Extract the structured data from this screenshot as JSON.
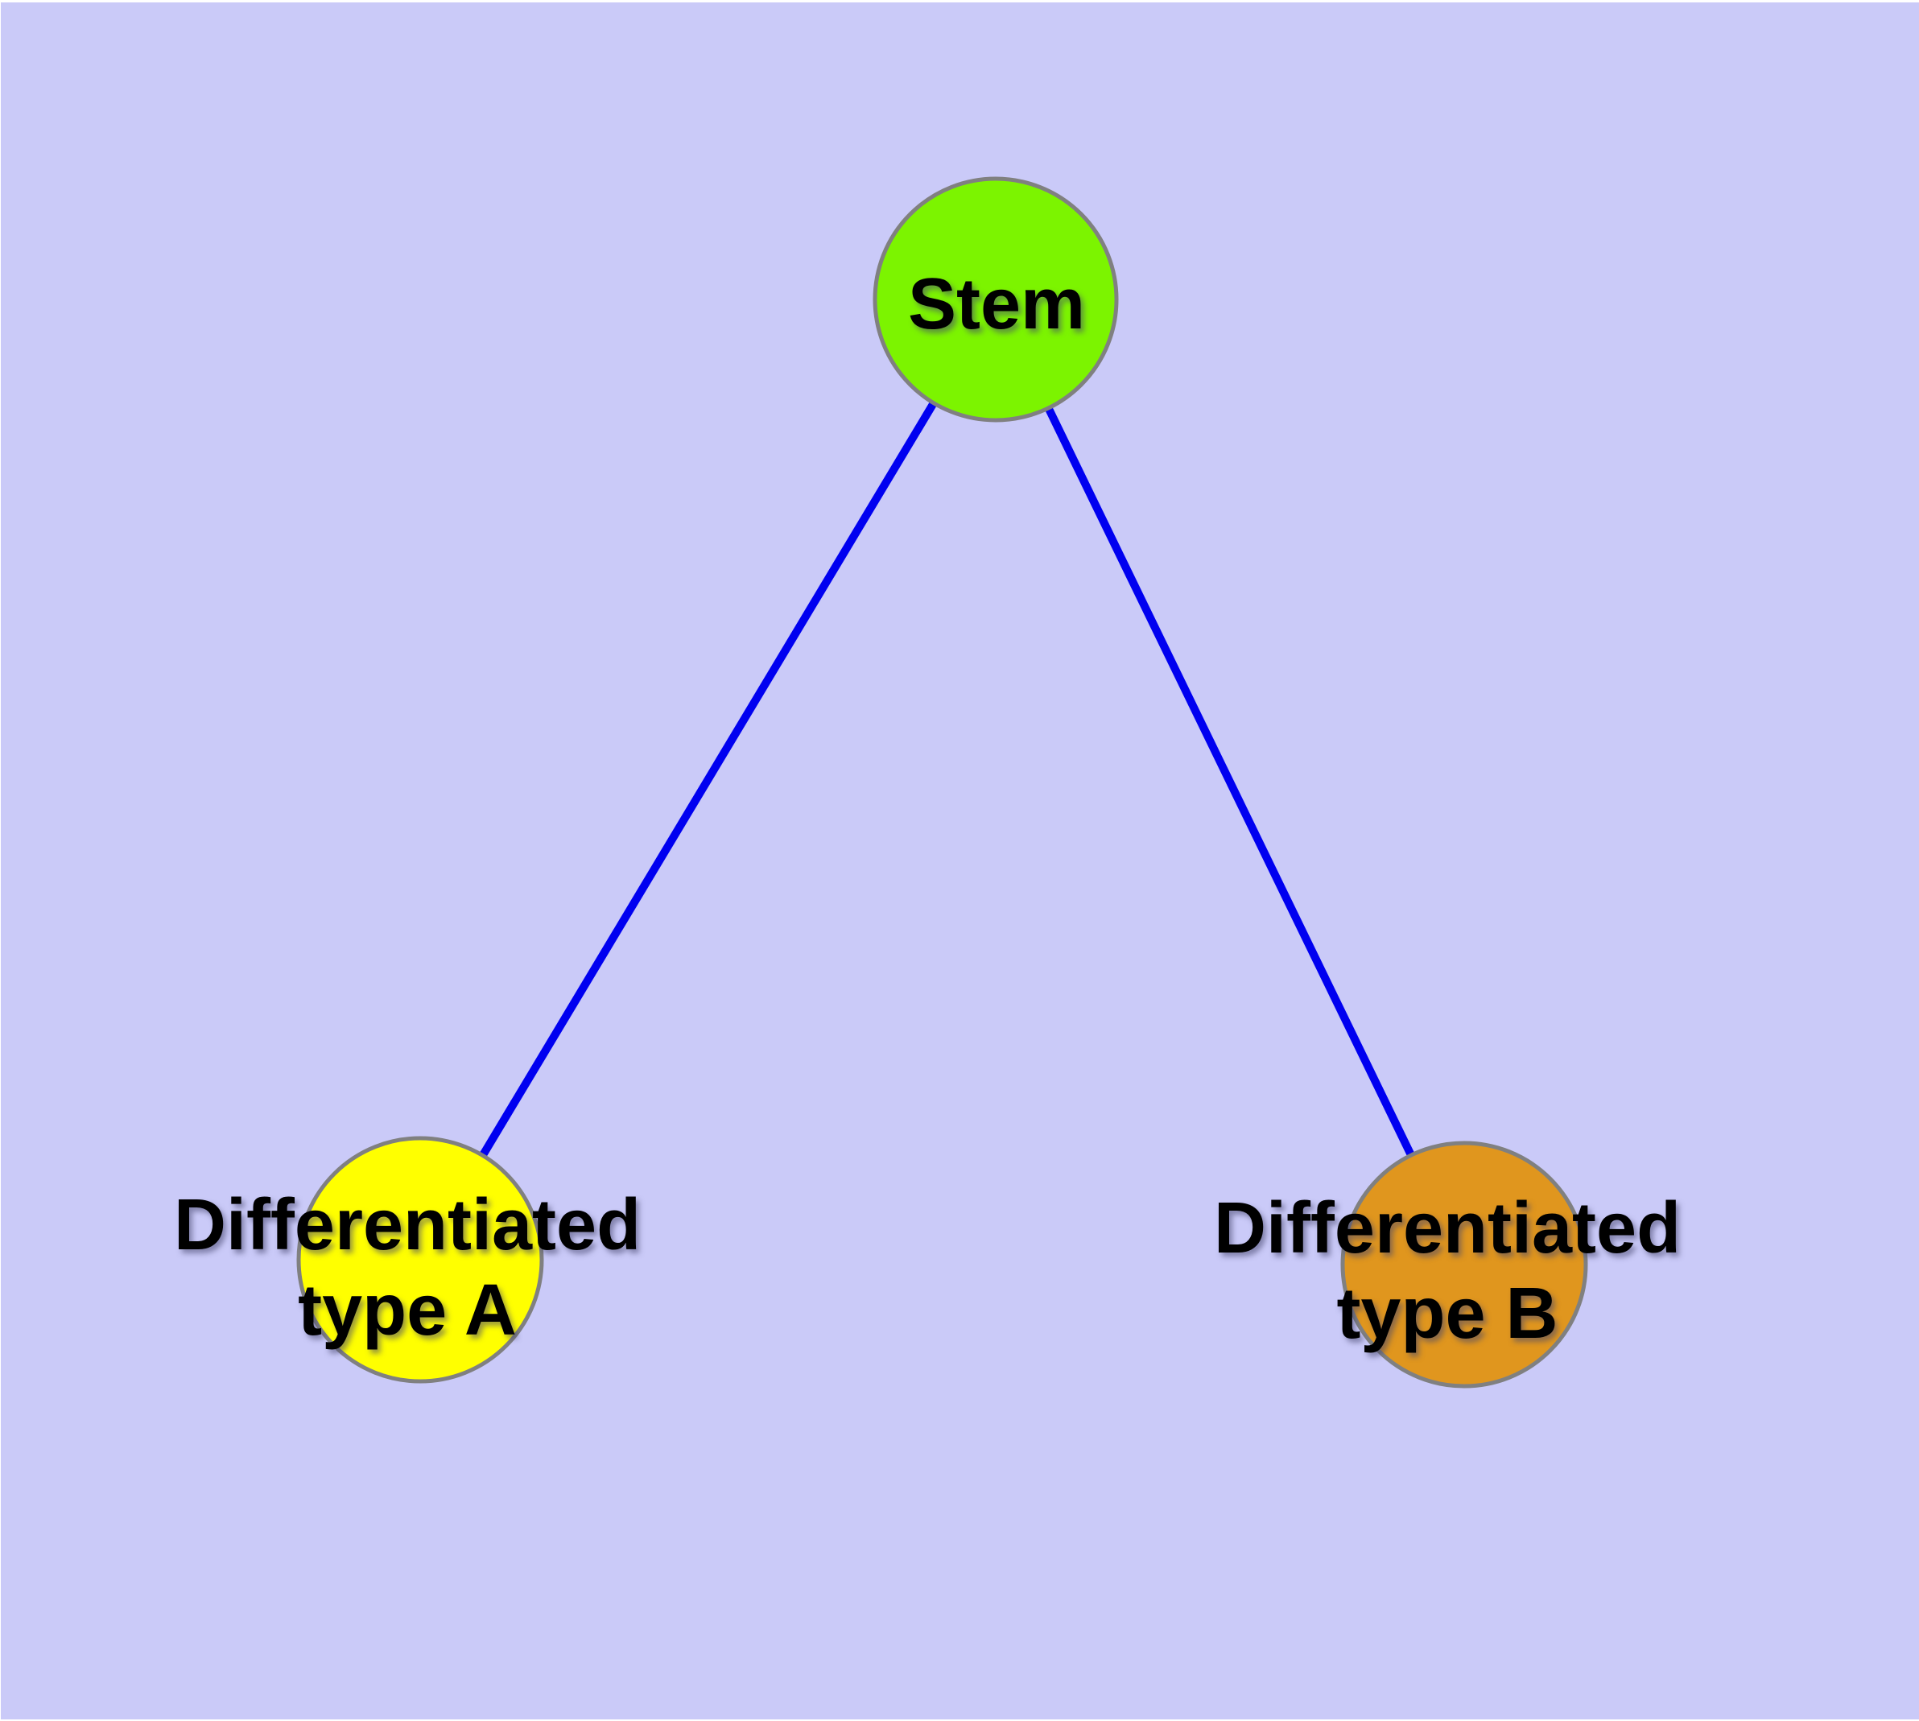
{
  "diagram": {
    "type": "graph",
    "background_color": "#CACAF8",
    "edge_color": "#0000F0",
    "node_border_color": "#808080",
    "nodes": [
      {
        "id": "stem",
        "label": "Stem",
        "fill": "#7CF400"
      },
      {
        "id": "type-a",
        "label": "Differentiated\ntype A",
        "fill": "#FFFF00"
      },
      {
        "id": "type-b",
        "label": "Differentiated\ntype B",
        "fill": "#E0961E"
      }
    ],
    "edges": [
      {
        "from": "stem",
        "to": "type-a"
      },
      {
        "from": "stem",
        "to": "type-b"
      }
    ]
  }
}
